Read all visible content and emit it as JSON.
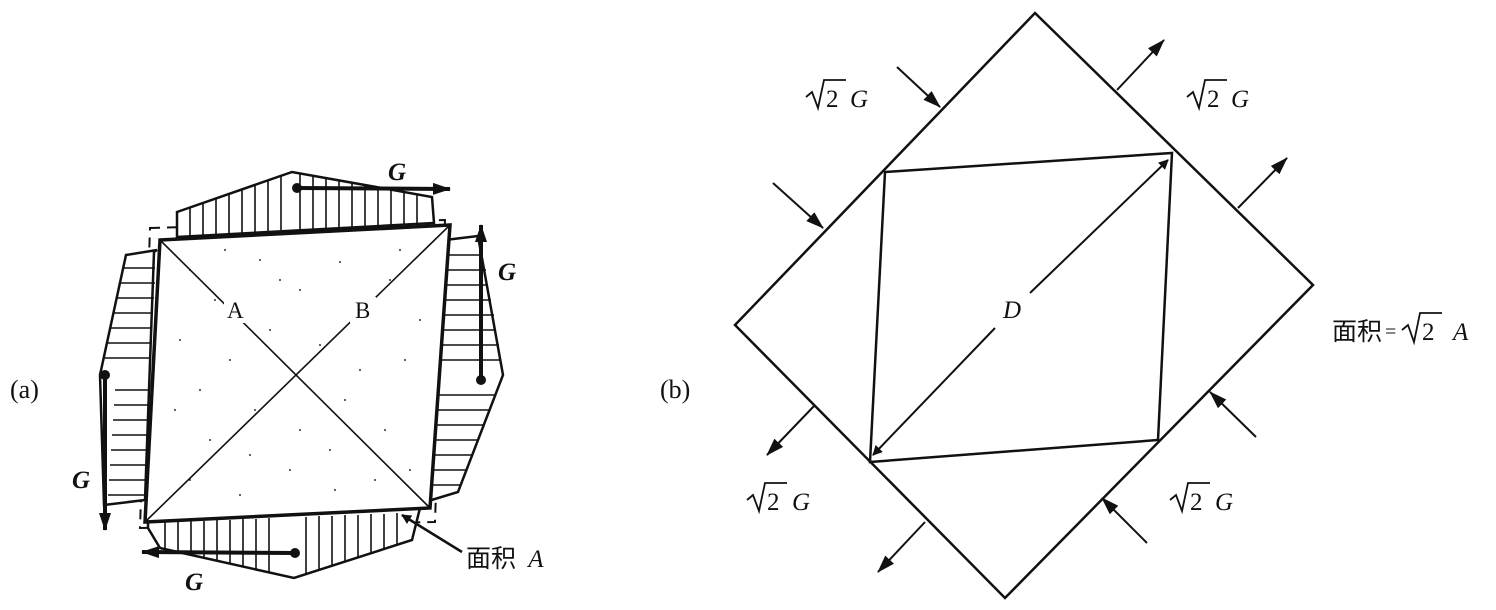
{
  "panel_a": {
    "label": "(a)",
    "diag_label_a": "A",
    "diag_label_b": "B",
    "force_top": "G",
    "force_right": "G",
    "force_left": "G",
    "force_bottom": "G",
    "area_label_text": "面积",
    "area_label_var": "A"
  },
  "panel_b": {
    "label": "(b)",
    "diagonal_label": "D",
    "force_top_left": "G",
    "force_top_right": "G",
    "force_bottom_left": "G",
    "force_bottom_right": "G",
    "area_text": "面积",
    "area_eq": "=",
    "area_var": "A",
    "sqrt_two": "2"
  }
}
